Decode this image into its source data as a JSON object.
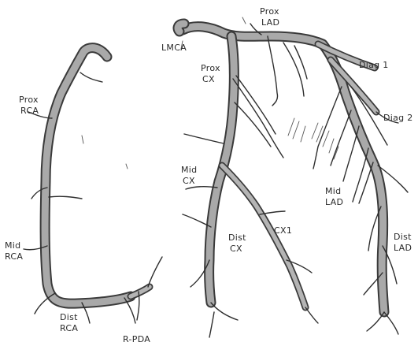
{
  "labels": {
    "prox_lad": [
      "Prox",
      "LAD"
    ],
    "lmca": "LMCA",
    "prox_cx": [
      "Prox",
      "CX"
    ],
    "diag1": "Diag 1",
    "diag2": "Diag 2",
    "prox_rca": [
      "Prox",
      "RCA"
    ],
    "mid_cx": [
      "Mid",
      "CX"
    ],
    "mid_lad": [
      "Mid",
      "LAD"
    ],
    "cx1": "CX1",
    "mid_rca": [
      "Mid",
      "RCA"
    ],
    "dist_cx": [
      "Dist",
      "CX"
    ],
    "dist_lad": [
      "Dist",
      "LAD"
    ],
    "dist_rca": [
      "Dist",
      "RCA"
    ],
    "r_pda": "R-PDA"
  }
}
